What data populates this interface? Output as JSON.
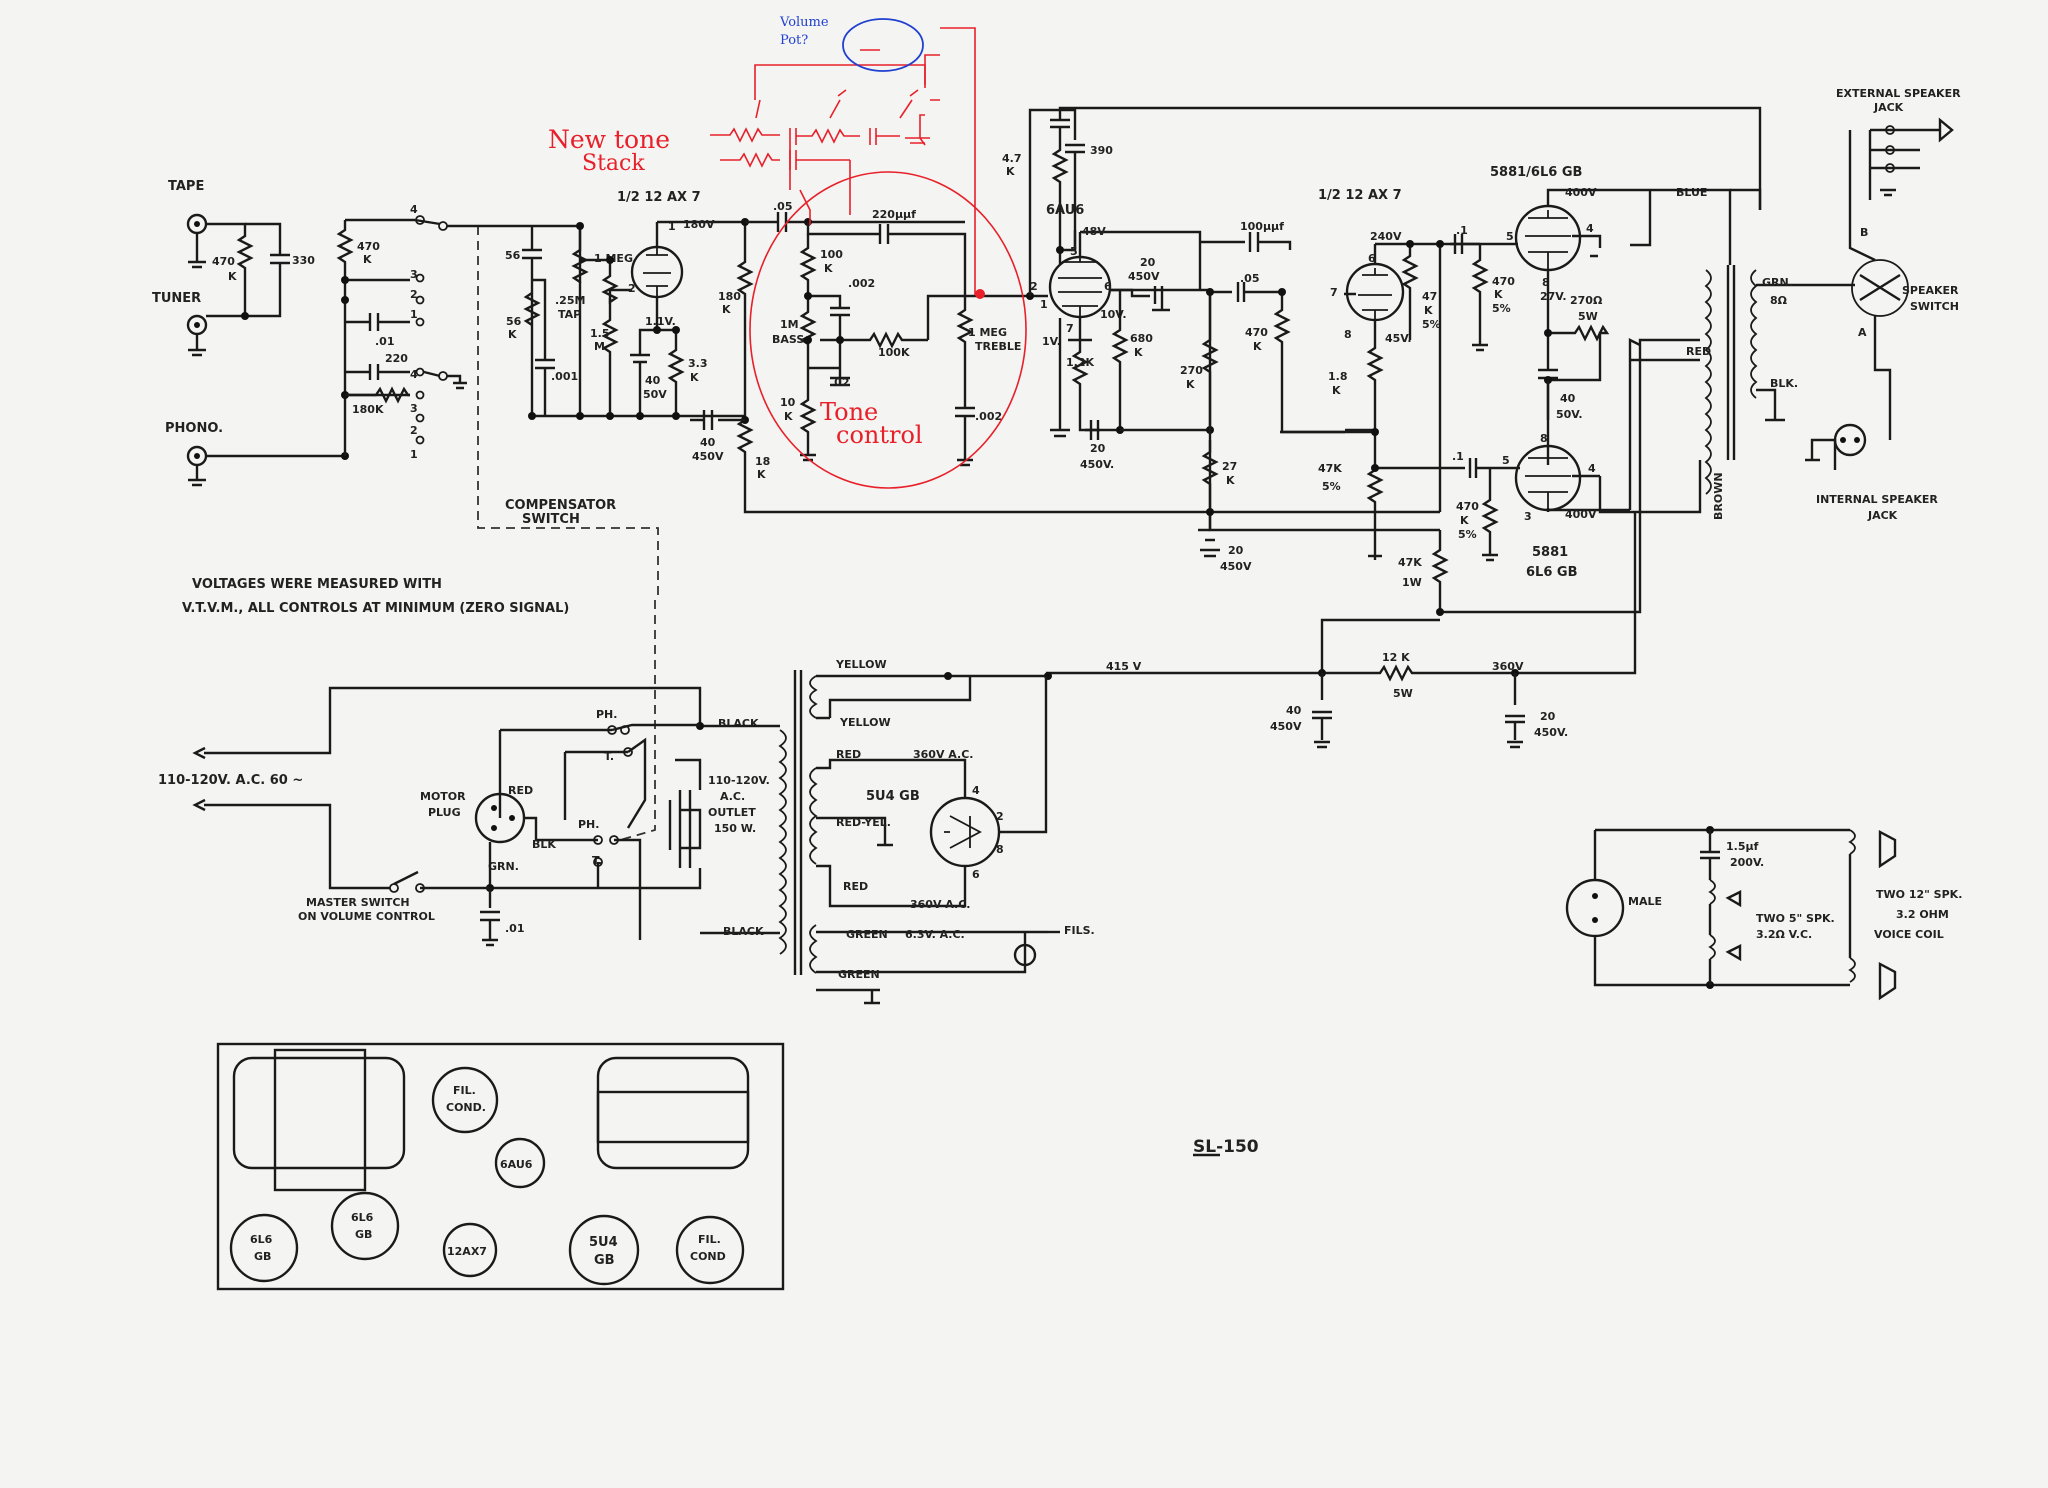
{
  "inputs": {
    "tape": "TAPE",
    "tuner": "TUNER",
    "phono": "PHONO."
  },
  "input_parts": {
    "r1": "470",
    "r1u": "K",
    "c1": "330",
    "r2": "470",
    "r2u": "K",
    "c2": ".01",
    "c3": "220",
    "r3": "180K"
  },
  "switch_nums": [
    "4",
    "3",
    "2",
    "1",
    "4",
    "3",
    "2",
    "1"
  ],
  "compensator": {
    "line1": "COMPENSATOR",
    "line2": "SWITCH"
  },
  "note": {
    "line1": "VOLTAGES WERE MEASURED WITH",
    "line2": "V.T.V.M., ALL CONTROLS AT MINIMUM (ZERO SIGNAL)"
  },
  "stage1": {
    "tube": "1/2 12 AX 7",
    "c56": "56",
    "r56": "56",
    "r56u": "K",
    "pot": ".25M",
    "pot2": "TAP",
    "c001": ".001",
    "r1meg": "1 MEG",
    "r15": "1.5",
    "r15u": "M",
    "v": "1.1V.",
    "r33": "3.3",
    "r33u": "K",
    "c40": "40",
    "c40v": "50V",
    "b180": "180V"
  },
  "coupling": {
    "c05": ".05",
    "c40": "40",
    "c40v": "450V",
    "r180": "180",
    "r180u": "K",
    "r18": "18",
    "r18u": "K"
  },
  "tone": {
    "c220": "220µµf",
    "r100": "100",
    "r100u": "K",
    "c002a": ".002",
    "bass": "1M",
    "bass2": "BASS",
    "r100b": "100K",
    "treble": "1 MEG",
    "treble2": "TREBLE",
    "c02": ".02",
    "r10": "10",
    "r10u": "K",
    "c002b": ".002"
  },
  "annotations": {
    "new_tone": "New tone",
    "stack": "Stack",
    "tone_control": "Tone",
    "tone_control2": "control",
    "volume": "Volume",
    "volume2": "Pot?"
  },
  "stage2": {
    "tube": "6AU6",
    "v48": "48V",
    "r47": "4.7",
    "r47u": "K",
    "c390": "390",
    "v1": "1V.",
    "r12": "1.2K",
    "pin10": "10V.",
    "c20a": "20",
    "c20av": "450V",
    "r680": "680",
    "r680u": "K",
    "c20b": "20",
    "c20bv": "450V."
  },
  "stage3": {
    "c100": "100µµf",
    "tube": "1/2 12 AX 7",
    "v240": "240V",
    "c05": ".05",
    "r470": "470",
    "r470u": "K",
    "r270": "270",
    "r270u": "K",
    "r27": "27",
    "r27u": "K",
    "r18": "1.8",
    "r18u": "K",
    "v45": "45V.",
    "r47k": "47K",
    "r47kp": "5%",
    "r47b": "47",
    "r47bu": "K",
    "r47bp": "5%",
    "c20": "20",
    "c20v": "450V"
  },
  "output": {
    "tube1": "5881/6L6 GB",
    "tube2a": "5881",
    "tube2b": "6L6 GB",
    "v400a": "400V",
    "v400b": "400V",
    "blue": "BLUE",
    "red": "RED",
    "brown": "BROWN",
    "grn": "GRN.",
    "ohm": "8Ω",
    "blk": "BLK.",
    "c1a": ".1",
    "c1b": ".1",
    "r470a": "470",
    "r470au": "K",
    "r470ap": "5%",
    "v27": "27V.",
    "r270": "270Ω",
    "r270w": "5W",
    "c40": "40",
    "c40v": "50V.",
    "r470b": "470",
    "r470bu": "K",
    "r470bp": "5%",
    "r47k": "47K",
    "r47kw": "1W"
  },
  "speaker": {
    "ext1": "EXTERNAL SPEAKER",
    "ext2": "JACK",
    "sw1": "SPEAKER",
    "sw2": "SWITCH",
    "a": "A",
    "b": "B",
    "int1": "INTERNAL SPEAKER",
    "int2": "JACK"
  },
  "supply": {
    "v415": "415 V",
    "r12k": "12 K",
    "r12kw": "5W",
    "v360": "360V",
    "c40": "40",
    "c40v": "450V",
    "c20": "20",
    "c20v": "450V."
  },
  "power": {
    "mains": "110-120V. A.C. 60 ~",
    "black1": "BLACK",
    "black2": "BLACK",
    "ph1": "PH.",
    "t1": "T.",
    "ph2": "PH.",
    "t2": "T.",
    "motor1": "MOTOR",
    "motor2": "PLUG",
    "red": "RED",
    "blk": "BLK",
    "grn": "GRN.",
    "outlet1": "110-120V.",
    "outlet2": "A.C.",
    "outlet3": "OUTLET",
    "outlet4": "150 W.",
    "master1": "MASTER SWITCH",
    "master2": "ON VOLUME CONTROL",
    "c01": ".01"
  },
  "transformer": {
    "yellow1": "YELLOW",
    "yellow2": "YELLOW",
    "red1": "RED",
    "v360a": "360V A.C.",
    "rect": "5U4 GB",
    "redyel": "RED-YEL.",
    "red2": "RED",
    "v360b": "360V A.C.",
    "green1": "GREEN",
    "v63": "6.3V. A.C.",
    "green2": "GREEN",
    "fils": "FILS.",
    "p4": "4",
    "p2": "2",
    "p6": "6",
    "p8": "8"
  },
  "speakers": {
    "male": "MALE",
    "c15": "1.5µf",
    "c15v": "200V.",
    "two5a": "TWO 5\" SPK.",
    "two5b": "3.2Ω V.C.",
    "two12a": "TWO 12\" SPK.",
    "two12b": "3.2 OHM",
    "two12c": "VOICE COIL"
  },
  "layout": {
    "fil1a": "FIL.",
    "fil1b": "COND.",
    "t6au6": "6AU6",
    "t6l6a": "6L6",
    "t6l6ab": "GB",
    "t6l6b": "6L6",
    "t6l6bb": "GB",
    "t12ax7": "12AX7",
    "t5u4a": "5U4",
    "t5u4b": "GB",
    "fil2a": "FIL.",
    "fil2b": "COND"
  },
  "model": "SL-150",
  "pins": {
    "p5": "5",
    "p1": "1",
    "p6": "6",
    "p7": "7",
    "p2": "2",
    "p8": "8",
    "p3": "3",
    "p4": "4"
  }
}
